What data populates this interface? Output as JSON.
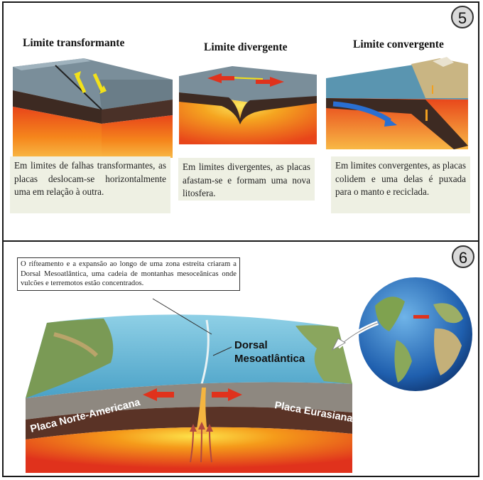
{
  "panel5": {
    "badge": "5",
    "items": [
      {
        "title": "Limite transformante",
        "caption": "Em limites de falhas transformantes, as placas deslocam-se horizontalmente uma em relação à outra."
      },
      {
        "title": "Limite divergente",
        "caption": "Em limites divergentes, as placas afastam-se e formam uma nova litosfera."
      },
      {
        "title": "Limite convergente",
        "caption": "Em limites convergentes, as placas colidem e uma delas é puxada para o manto e reciclada."
      }
    ]
  },
  "panel6": {
    "badge": "6",
    "callout": "O rifteamento e a expansão ao longo de uma zona estreita criaram a Dorsal Mesoatlântica, uma cadeia de montanhas mesoceânicas onde vulcões e terremotos estão concentrados.",
    "ridge_label_line1": "Dorsal",
    "ridge_label_line2": "Mesoatlântica",
    "plate_left": "Placa Norte-Americana",
    "plate_right": "Placa Eurasiana"
  },
  "colors": {
    "caption_bg": "#eef0e3",
    "badge_bg": "#d9d9d9",
    "magma": "#f07a12",
    "ocean": "#5aa6c8",
    "arrow_red": "#e0321c",
    "arrow_yellow": "#f2e11a",
    "arrow_blue": "#2a6fd1"
  }
}
